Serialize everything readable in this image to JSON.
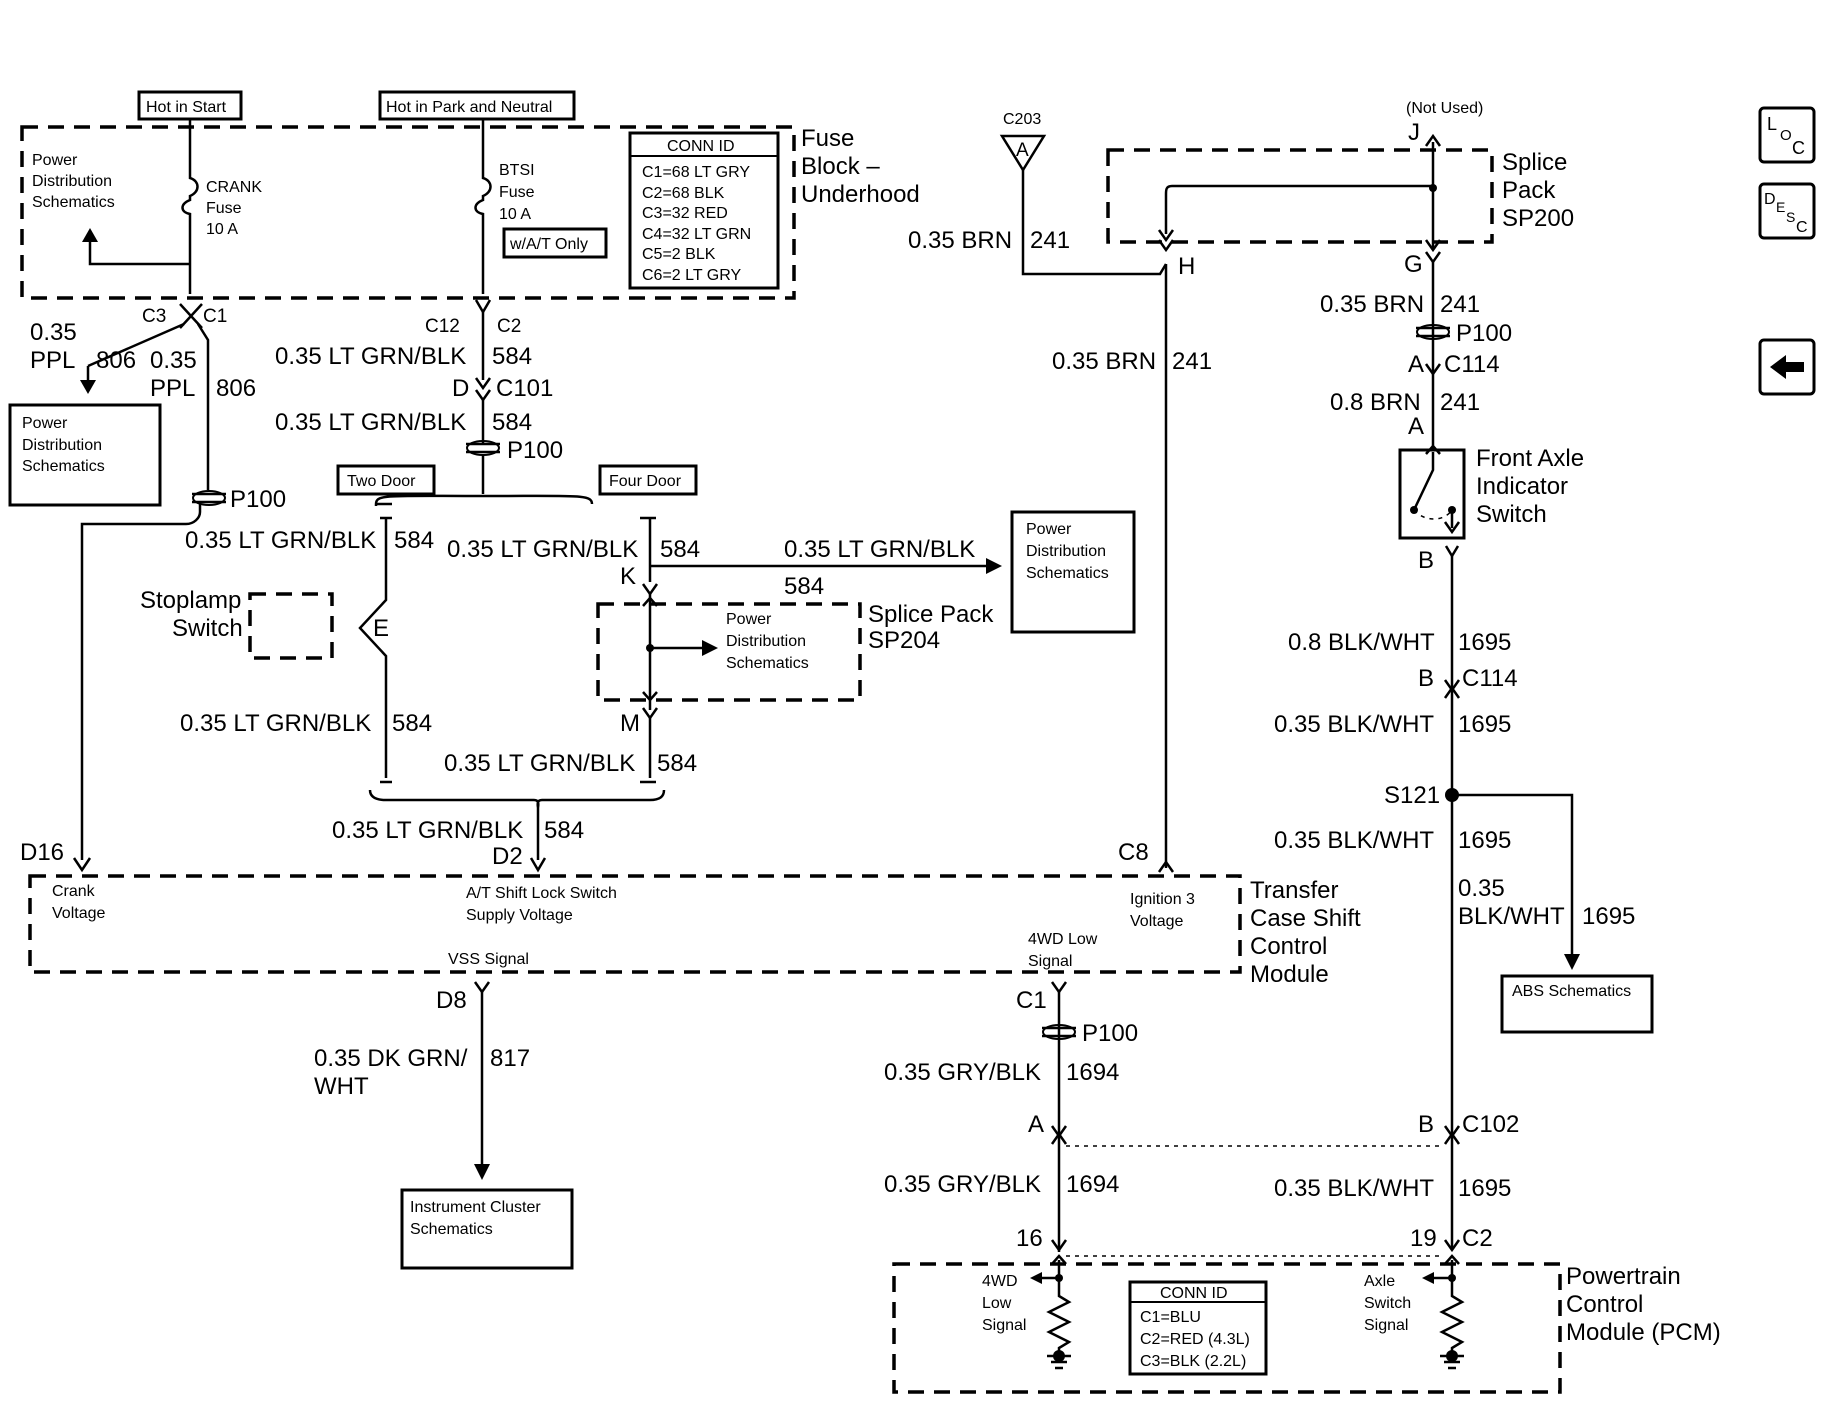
{
  "labels": {
    "hot_in_start": "Hot in Start",
    "hot_in_park_neutral": "Hot in Park and Neutral",
    "power_dist_schematics_1": [
      "Power",
      "Distribution",
      "Schematics"
    ],
    "crank_fuse": [
      "CRANK",
      "Fuse",
      "10 A"
    ],
    "btsi_fuse": [
      "BTSI",
      "Fuse",
      "10 A"
    ],
    "wat_only": "w/A/T Only",
    "fuse_block": [
      "Fuse",
      "Block –",
      "Underhood"
    ],
    "c203": "C203",
    "c203_pin": "A",
    "not_used": "(Not Used)",
    "splice_pack_sp200": [
      "Splice",
      "Pack",
      "SP200"
    ],
    "power_dist_schematics_2": [
      "Power",
      "Distribution",
      "Schematics"
    ],
    "two_door": "Two Door",
    "four_door": "Four Door",
    "stoplamp_switch": [
      "Stoplamp",
      "Switch"
    ],
    "power_dist_schematics_3": [
      "Power",
      "Distribution",
      "Schematics"
    ],
    "splice_pack_sp204": [
      "Splice Pack",
      "SP204"
    ],
    "power_dist_schematics_4": [
      "Power",
      "Distribution",
      "Schematics"
    ],
    "front_axle_switch": [
      "Front Axle",
      "Indicator",
      "Switch"
    ],
    "s121": "S121",
    "abs_schematics": "ABS Schematics",
    "crank_voltage": [
      "Crank",
      "Voltage"
    ],
    "at_shift_lock": [
      "A/T Shift Lock Switch",
      "Supply Voltage"
    ],
    "ignition3_voltage": [
      "Ignition 3",
      "Voltage"
    ],
    "transfer_case": [
      "Transfer",
      "Case Shift",
      "Control",
      "Module"
    ],
    "vss_signal": "VSS Signal",
    "fourwd_low_signal": [
      "4WD Low",
      "Signal"
    ],
    "instrument_cluster": [
      "Instrument Cluster",
      "Schematics"
    ],
    "pcm": [
      "Powertrain",
      "Control",
      "Module (PCM)"
    ],
    "pcm_4wd_signal": [
      "4WD",
      "Low",
      "Signal"
    ],
    "pcm_axle_signal": [
      "Axle",
      "Switch",
      "Signal"
    ]
  },
  "conn_id_fuse": {
    "title": "CONN ID",
    "rows": [
      "C1=68 LT GRY",
      "C2=68 BLK",
      "C3=32 RED",
      "C4=32 LT GRN",
      "C5=2 BLK",
      "C6=2 LT GRY"
    ]
  },
  "conn_id_pcm": {
    "title": "CONN ID",
    "rows": [
      "C1=BLU",
      "C2=RED (4.3L)",
      "C3=BLK (2.2L)"
    ]
  },
  "connectors": {
    "c3": "C3",
    "c1_top": "C1",
    "c12": "C12",
    "c2_top": "C2",
    "d": "D",
    "c101": "C101",
    "p100_mid": "P100",
    "p100_left": "P100",
    "e": "E",
    "k": "K",
    "m": "M",
    "d2": "D2",
    "d16": "D16",
    "c8": "C8",
    "h": "H",
    "j": "J",
    "g": "G",
    "p100_right": "P100",
    "a_c114": "A",
    "c114_top": "C114",
    "a_switch": "A",
    "b_switch": "B",
    "b_c114": "B",
    "c114_bot": "C114",
    "d8": "D8",
    "c1_bot": "C1",
    "p100_bot": "P100",
    "a_c102": "A",
    "b_c102": "B",
    "c102": "C102",
    "pin16": "16",
    "pin19": "19",
    "c2_bot": "C2"
  },
  "wires": {
    "w_035_1": "0.35",
    "ppl_1": "PPL",
    "c806_1": "806",
    "w_035_2": "0.35",
    "ppl_2": "PPL",
    "c806_2": "806",
    "ltgrn_1": "0.35 LT GRN/BLK",
    "c584_1": "584",
    "ltgrn_2": "0.35 LT GRN/BLK",
    "c584_2": "584",
    "ltgrn_3": "0.35 LT GRN/BLK",
    "c584_3": "584",
    "ltgrn_4": "0.35 LT GRN/BLK",
    "c584_4": "584",
    "ltgrn_5": "0.35 LT GRN/BLK",
    "c584_5": "584",
    "ltgrn_6": "0.35 LT GRN/BLK",
    "c584_6": "584",
    "ltgrn_7": "0.35 LT GRN/BLK",
    "c584_7": "584",
    "ltgrn_8": "0.35 LT GRN/BLK",
    "c584_8": "584",
    "brn_1": "0.35 BRN",
    "c241_1": "241",
    "brn_2": "0.35 BRN",
    "c241_2": "241",
    "brn_3": "0.35 BRN",
    "c241_3": "241",
    "brn_4": "0.8 BRN",
    "c241_4": "241",
    "blkwht_1": "0.8 BLK/WHT",
    "c1695_1": "1695",
    "blkwht_2": "0.35 BLK/WHT",
    "c1695_2": "1695",
    "blkwht_3": "0.35 BLK/WHT",
    "c1695_3": "1695",
    "w_035_3": "0.35",
    "blkwht_4": "BLK/WHT",
    "c1695_4": "1695",
    "blkwht_5": "0.35 BLK/WHT",
    "c1695_5": "1695",
    "dkgrn_1": "0.35 DK GRN/",
    "dkgrn_2": "WHT",
    "c817": "817",
    "gryblk_1": "0.35 GRY/BLK",
    "c1694_1": "1694",
    "gryblk_2": "0.35 GRY/BLK",
    "c1694_2": "1694"
  },
  "nav": {
    "loc": [
      "L",
      "O",
      "C"
    ],
    "desc": [
      "D",
      "E",
      "S",
      "C"
    ]
  }
}
